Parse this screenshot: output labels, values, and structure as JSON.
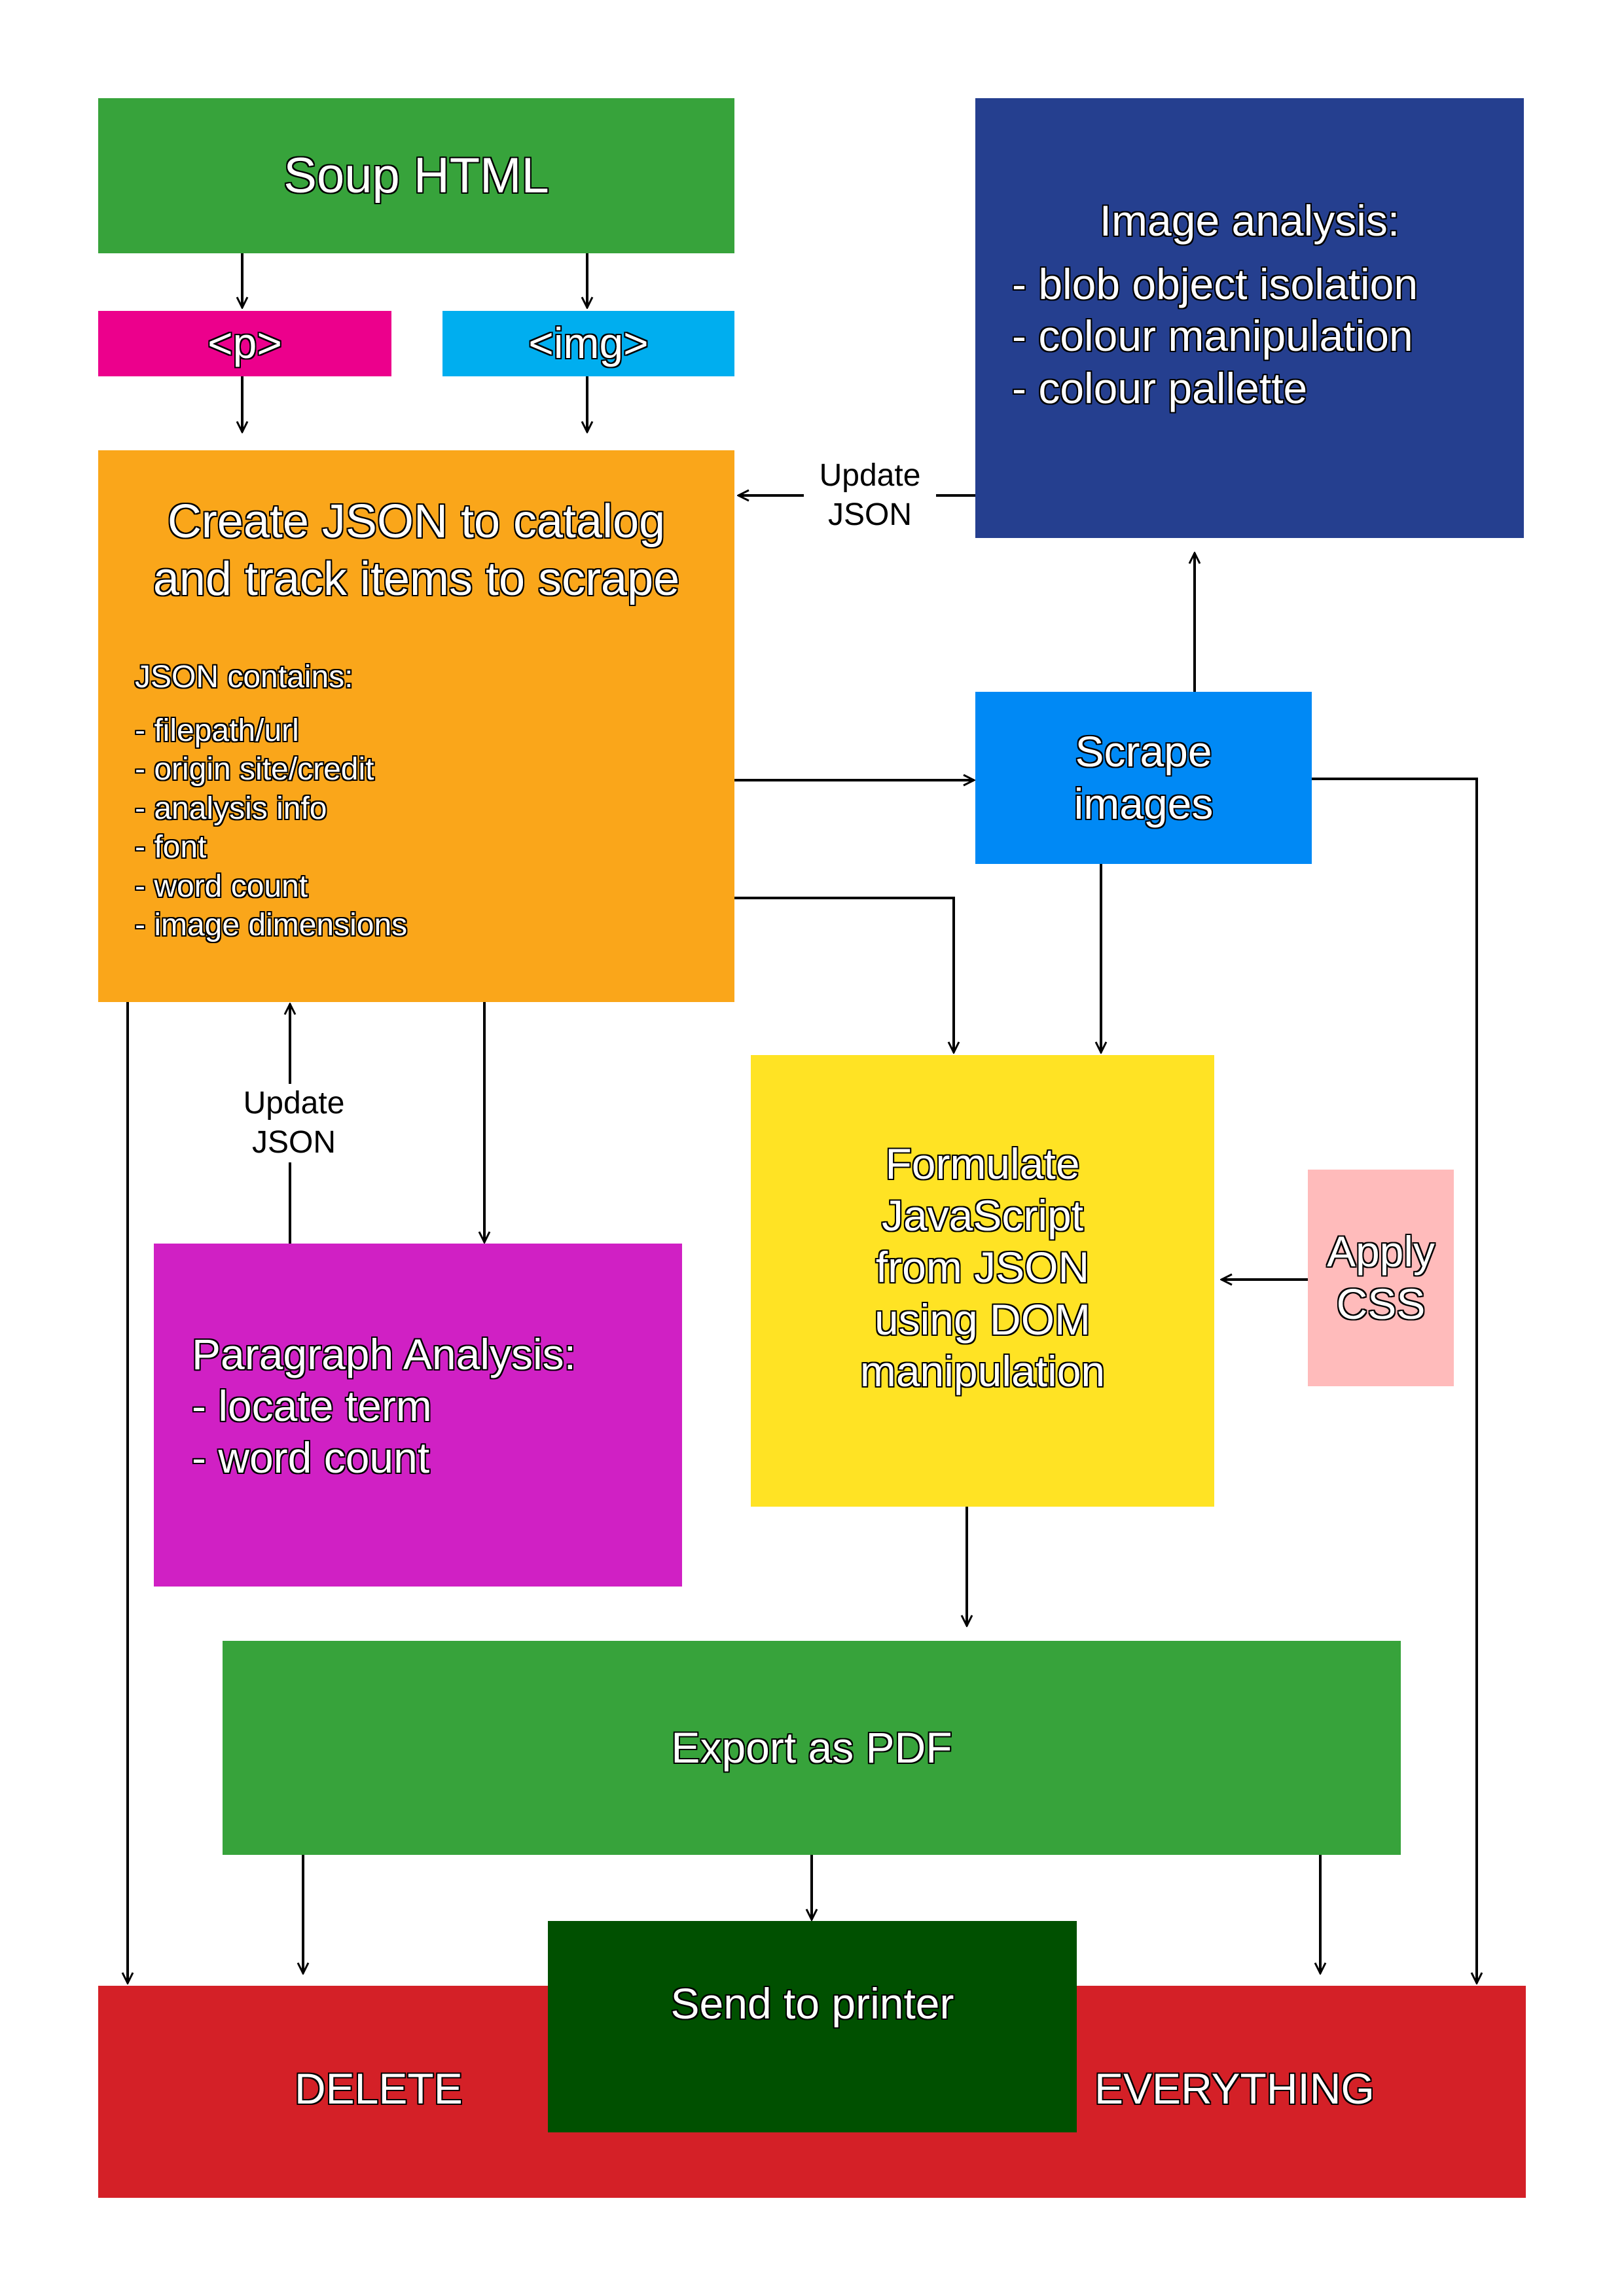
{
  "colors": {
    "green": "#37a33b",
    "magenta": "#ec008c",
    "cyan": "#00aeef",
    "navy": "#253f8f",
    "orange": "#faa61a",
    "blue": "#0089f5",
    "yellow": "#ffe324",
    "purple": "#d020c4",
    "pink": "#ffbbbb",
    "red": "#d42027",
    "dark_green": "#005000"
  },
  "nodes": {
    "soup": "Soup HTML",
    "p_tag": "<p>",
    "img_tag": "<img>",
    "image_analysis": {
      "title": "Image analysis:",
      "items": [
        "- blob object isolation",
        "- colour manipulation",
        "- colour pallette"
      ]
    },
    "create_json": {
      "title_line1": "Create JSON to catalog",
      "title_line2": "and track items to scrape",
      "contains_label": "JSON contains:",
      "items": [
        "- filepath/url",
        "- origin site/credit",
        "- analysis info",
        "- font",
        "- word count",
        "- image dimensions"
      ]
    },
    "scrape_images": {
      "line1": "Scrape",
      "line2": "images"
    },
    "formulate_js": {
      "lines": [
        "Formulate",
        "JavaScript",
        "from JSON",
        "using DOM",
        "manipulation"
      ]
    },
    "apply_css": {
      "line1": "Apply",
      "line2": "CSS"
    },
    "paragraph_analysis": {
      "title": "Paragraph Analysis:",
      "items": [
        "- locate term",
        "- word count"
      ]
    },
    "export_pdf": "Export as PDF",
    "send_printer": "Send to printer",
    "delete_left": "DELETE",
    "delete_right": "EVERYTHING"
  },
  "edge_labels": {
    "update_json_top": {
      "line1": "Update",
      "line2": "JSON"
    },
    "update_json_left": {
      "line1": "Update",
      "line2": "JSON"
    }
  }
}
